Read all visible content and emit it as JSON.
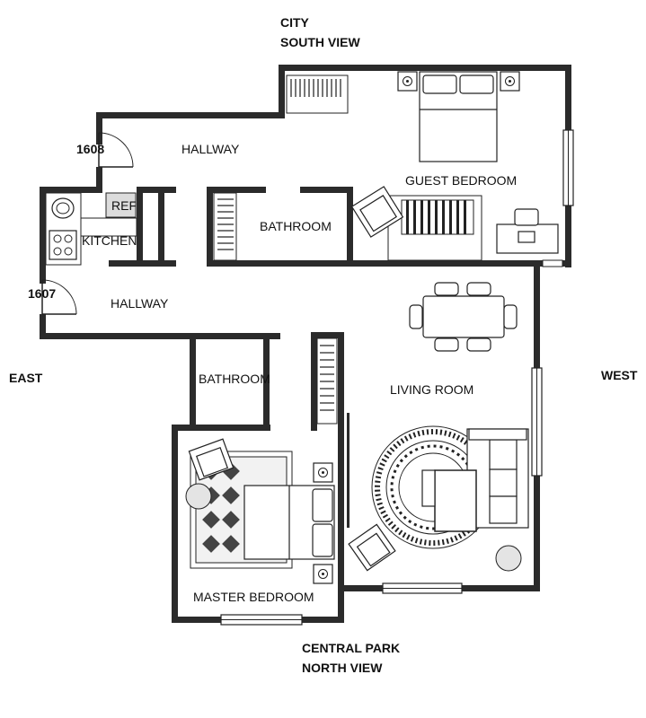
{
  "orientation": {
    "top_line1": "CITY",
    "top_line2": "SOUTH VIEW",
    "bottom_line1": "CENTRAL PARK",
    "bottom_line2": "NORTH VIEW",
    "left": "EAST",
    "right": "WEST"
  },
  "rooms": {
    "hallway_upper": "HALLWAY",
    "hallway_lower": "HALLWAY",
    "guest_bedroom": "GUEST BEDROOM",
    "kitchen": "KITCHEN",
    "ref": "REF",
    "bathroom_upper": "BATHROOM",
    "bathroom_lower": "BATHROOM",
    "living_room": "LIVING ROOM",
    "master_bedroom": "MASTER BEDROOM"
  },
  "doors": {
    "door_upper": "1608",
    "door_lower": "1607"
  }
}
